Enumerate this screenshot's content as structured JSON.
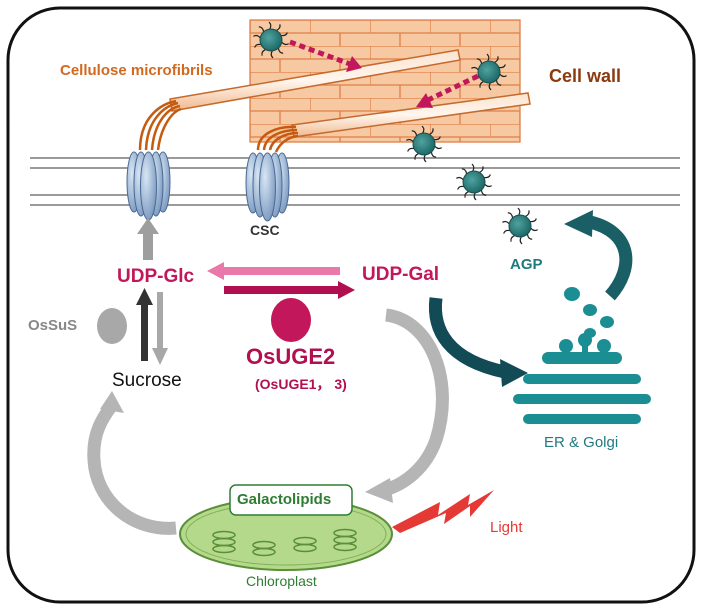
{
  "labels": {
    "cellulose_microfibrils": "Cellulose microfibrils",
    "cell_wall": "Cell wall",
    "csc": "CSC",
    "agp": "AGP",
    "udp_glc": "UDP-Glc",
    "udp_gal": "UDP-Gal",
    "ossus": "OsSuS",
    "sucrose": "Sucrose",
    "osuge2": "OsUGE2",
    "osuge13": "(OsUGE1， 3)",
    "er_golgi": "ER & Golgi",
    "galactolipids": "Galactolipids",
    "chloroplast": "Chloroplast",
    "light": "Light"
  },
  "colors": {
    "orange_label": "#d2691e",
    "brown_label": "#8b3a0f",
    "teal": "#1f7a80",
    "magenta": "#c2185b",
    "pink_arrow": "#e879a8",
    "grey": "#9e9e9e",
    "dark_grey": "#444444",
    "green_text": "#2e7d32",
    "chloroplast_fill": "#b5d98a",
    "brick": "#f7c9a2",
    "red": "#e53935"
  }
}
